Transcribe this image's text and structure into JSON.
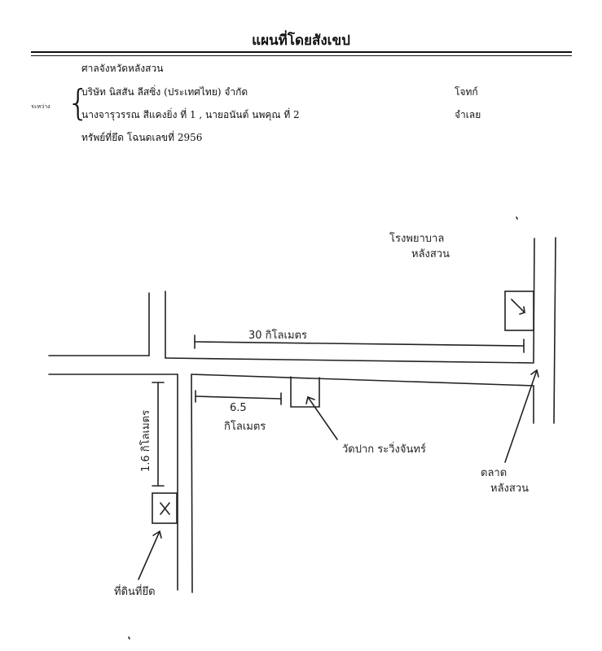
{
  "header": {
    "title": "แผนที่โดยสังเขป",
    "court": "ศาลจังหวัดหลังสวน",
    "between_label": "ระหว่าง",
    "plaintiff_name": "บริษัท นิสสัน ลีสซิ่ง (ประเทศไทย) จำกัด",
    "plaintiff_role": "โจทก์",
    "defendant_name": "นางจารุวรรณ สีแคงยิ่ง ที่ 1 , นายอนันต์ นพคุณ ที่ 2",
    "defendant_role": "จำเลย",
    "property": "ทรัพย์ที่ยึด  โฉนดเลขที่  2956"
  },
  "map": {
    "hospital_label_1": "โรงพยาบาล",
    "hospital_label_2": "หลังสวน",
    "distance_main": "30 กิโลเมตร",
    "distance_branch_1": "6.5",
    "distance_branch_2": "กิโลเมตร",
    "temple_label": "วัดปาก ระวิ่งจันทร์",
    "market_label_1": "ตลาด",
    "market_label_2": "หลังสวน",
    "distance_vertical": "1.6 กิโลเมตร",
    "property_label": "ที่ดินที่ยึด"
  }
}
